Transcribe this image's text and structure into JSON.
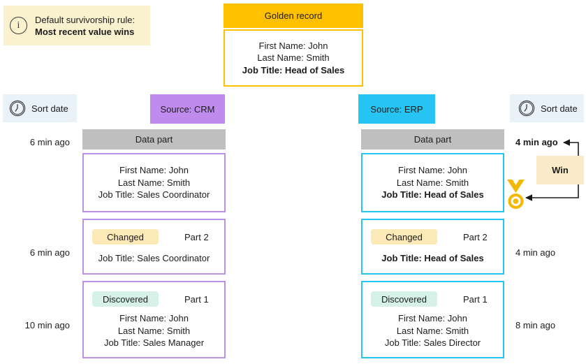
{
  "info": {
    "line1": "Default survivorship rule:",
    "line2": "Most recent value wins"
  },
  "golden": {
    "header": "Golden record",
    "line1": "First Name: John",
    "line2": "Last Name: Smith",
    "line3": "Job Title: Head of Sales"
  },
  "sort_left": {
    "label": "Sort date"
  },
  "sort_right": {
    "label": "Sort date"
  },
  "sources": {
    "crm": {
      "label": "Source: CRM"
    },
    "erp": {
      "label": "Source: ERP"
    }
  },
  "crm": {
    "header": "Data part",
    "current": {
      "line1": "First Name: John",
      "line2": "Last Name: Smith",
      "line3": "Job Title: Sales Coordinator"
    },
    "part2": {
      "badge": "Changed",
      "part": "Part 2",
      "line1": "Job Title: Sales Coordinator"
    },
    "part1": {
      "badge": "Discovered",
      "part": "Part 1",
      "line1": "First Name: John",
      "line2": "Last Name: Smith",
      "line3": "Job Title: Sales Manager"
    }
  },
  "erp": {
    "header": "Data part",
    "current": {
      "line1": "First Name: John",
      "line2": "Last Name: Smith",
      "line3": "Job Title: Head of Sales"
    },
    "part2": {
      "badge": "Changed",
      "part": "Part 2",
      "line1": "Job Title: Head of Sales"
    },
    "part1": {
      "badge": "Discovered",
      "part": "Part 1",
      "line1": "First Name: John",
      "line2": "Last Name: Smith",
      "line3": "Job Title: Sales Director"
    }
  },
  "times_left": [
    "6 min ago",
    "6 min ago",
    "10 min ago"
  ],
  "times_right": [
    "4 min ago",
    "4 min ago",
    "8 min ago"
  ],
  "win": {
    "label": "Win"
  },
  "icons": {
    "info": "info-icon",
    "clock": "clock-icon",
    "medal": "medal-icon"
  },
  "colors": {
    "gold": "#FFC000",
    "purple": "#C08BEE",
    "cyan": "#25C4F2",
    "header_gray": "#BFBFBF",
    "changed_badge": "#FBE9B8",
    "discovered_badge": "#D6F2E8",
    "info_bg": "#FAF1CF",
    "sortdate_bg": "#E9F1F9",
    "win_bg": "#FAECC8",
    "medal_gold": "#F5B800"
  }
}
